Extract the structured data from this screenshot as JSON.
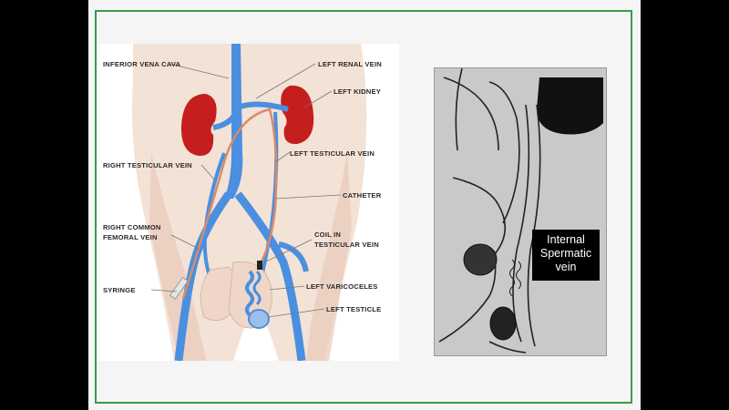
{
  "left_diagram": {
    "labels": {
      "inferior_vena_cava": "INFERIOR VENA CAVA",
      "left_renal_vein": "LEFT RENAL VEIN",
      "left_kidney": "LEFT KIDNEY",
      "right_testicular_vein": "RIGHT TESTICULAR VEIN",
      "left_testicular_vein": "LEFT TESTICULAR VEIN",
      "catheter": "CATHETER",
      "right_common_line1": "RIGHT COMMON",
      "right_common_line2": "FEMORAL VEIN",
      "coil_line1": "COIL IN",
      "coil_line2": "TESTICULAR VEIN",
      "syringe": "SYRINGE",
      "left_varicoceles": "LEFT VARICOCELES",
      "left_testicle": "LEFT TESTICLE"
    }
  },
  "right_diagram": {
    "label_lines": [
      "Internal",
      "Spermatic",
      "vein"
    ]
  },
  "colors": {
    "frame": "#3a9a47",
    "vein": "#4a8fe0",
    "kidney": "#c41e1e",
    "skin": "#f0ddd0",
    "catheter": "#d98a6a"
  }
}
